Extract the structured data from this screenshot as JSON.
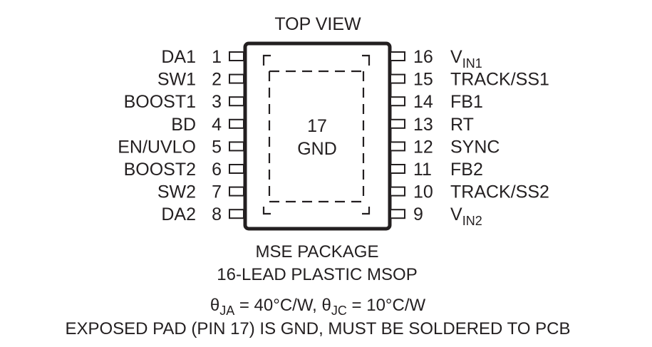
{
  "title": "TOP VIEW",
  "body": {
    "pad_number": "17",
    "pad_name": "GND"
  },
  "pins_left": [
    {
      "num": "1",
      "name": "DA1"
    },
    {
      "num": "2",
      "name": "SW1"
    },
    {
      "num": "3",
      "name": "BOOST1"
    },
    {
      "num": "4",
      "name": "BD"
    },
    {
      "num": "5",
      "name": "EN/UVLO"
    },
    {
      "num": "6",
      "name": "BOOST2"
    },
    {
      "num": "7",
      "name": "SW2"
    },
    {
      "num": "8",
      "name": "DA2"
    }
  ],
  "pins_right": [
    {
      "num": "16",
      "name": "V",
      "sub": "IN1"
    },
    {
      "num": "15",
      "name": "TRACK/SS1"
    },
    {
      "num": "14",
      "name": "FB1"
    },
    {
      "num": "13",
      "name": "RT"
    },
    {
      "num": "12",
      "name": "SYNC"
    },
    {
      "num": "11",
      "name": "FB2"
    },
    {
      "num": "10",
      "name": "TRACK/SS2"
    },
    {
      "num": "9",
      "name": "V",
      "sub": "IN2"
    }
  ],
  "package": {
    "line1": "MSE PACKAGE",
    "line2": "16-LEAD PLASTIC MSOP"
  },
  "thermal": {
    "theta1_symbol": "θ",
    "theta1_sub": "JA",
    "theta1_value": " = 40°C/W, ",
    "theta2_symbol": "θ",
    "theta2_sub": "JC",
    "theta2_value": " = 10°C/W"
  },
  "note": "EXPOSED PAD (PIN 17) IS GND, MUST BE SOLDERED TO PCB",
  "colors": {
    "ink": "#231f20",
    "background": "#ffffff"
  }
}
